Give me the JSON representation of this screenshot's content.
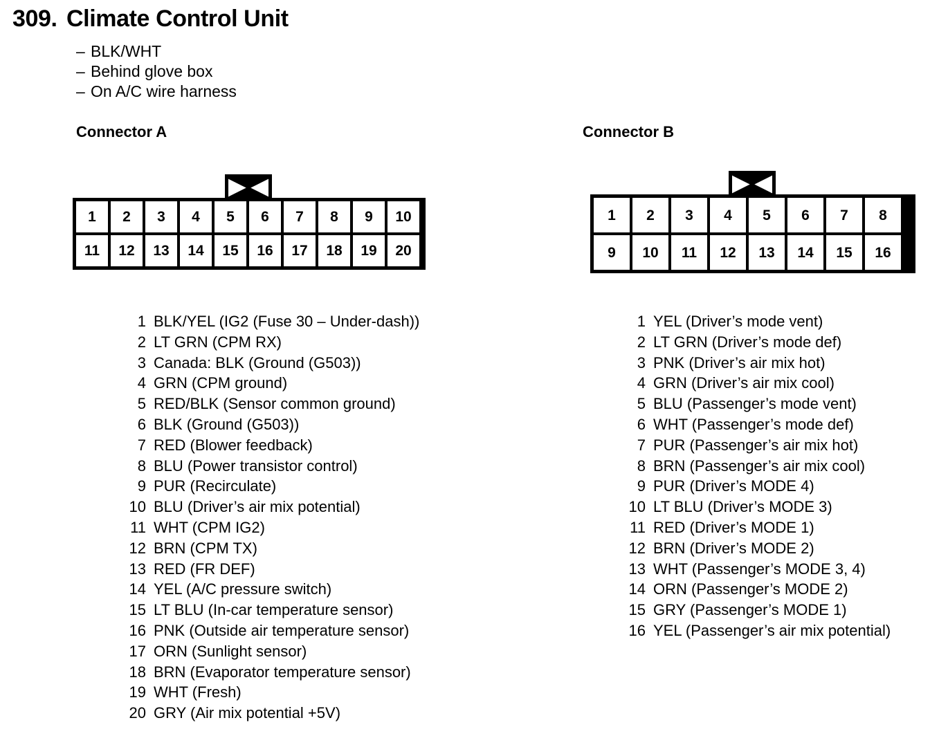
{
  "title": {
    "number": "309.",
    "name": "Climate Control Unit"
  },
  "spec_list": [
    {
      "dash": "–",
      "text": "BLK/WHT"
    },
    {
      "dash": "–",
      "text": "Behind glove box"
    },
    {
      "dash": "–",
      "text": "On A/C wire harness"
    }
  ],
  "connectors": [
    {
      "heading": "Connector A",
      "latch_icon": "latch-bowtie-icon",
      "rows": [
        [
          "1",
          "2",
          "3",
          "4",
          "5",
          "6",
          "7",
          "8",
          "9",
          "10"
        ],
        [
          "11",
          "12",
          "13",
          "14",
          "15",
          "16",
          "17",
          "18",
          "19",
          "20"
        ]
      ],
      "pins": [
        {
          "no": "1",
          "desc": "BLK/YEL (IG2 (Fuse 30 – Under-dash))"
        },
        {
          "no": "2",
          "desc": "LT GRN (CPM RX)"
        },
        {
          "no": "3",
          "desc": "Canada: BLK (Ground (G503))"
        },
        {
          "no": "4",
          "desc": "GRN (CPM ground)"
        },
        {
          "no": "5",
          "desc": "RED/BLK (Sensor common ground)"
        },
        {
          "no": "6",
          "desc": "BLK (Ground (G503))"
        },
        {
          "no": "7",
          "desc": "RED (Blower feedback)"
        },
        {
          "no": "8",
          "desc": "BLU (Power transistor control)"
        },
        {
          "no": "9",
          "desc": "PUR (Recirculate)"
        },
        {
          "no": "10",
          "desc": "BLU (Driver’s air mix potential)"
        },
        {
          "no": "11",
          "desc": "WHT (CPM IG2)"
        },
        {
          "no": "12",
          "desc": "BRN (CPM TX)"
        },
        {
          "no": "13",
          "desc": "RED (FR DEF)"
        },
        {
          "no": "14",
          "desc": "YEL (A/C pressure switch)"
        },
        {
          "no": "15",
          "desc": "LT BLU (In-car temperature sensor)"
        },
        {
          "no": "16",
          "desc": "PNK (Outside air temperature sensor)"
        },
        {
          "no": "17",
          "desc": "ORN (Sunlight sensor)"
        },
        {
          "no": "18",
          "desc": "BRN (Evaporator temperature sensor)"
        },
        {
          "no": "19",
          "desc": "WHT (Fresh)"
        },
        {
          "no": "20",
          "desc": "GRY (Air mix potential +5V)"
        }
      ]
    },
    {
      "heading": "Connector B",
      "latch_icon": "latch-bowtie-icon",
      "rows": [
        [
          "1",
          "2",
          "3",
          "4",
          "5",
          "6",
          "7",
          "8"
        ],
        [
          "9",
          "10",
          "11",
          "12",
          "13",
          "14",
          "15",
          "16"
        ]
      ],
      "pins": [
        {
          "no": "1",
          "desc": "YEL (Driver’s mode vent)"
        },
        {
          "no": "2",
          "desc": "LT GRN (Driver’s mode def)"
        },
        {
          "no": "3",
          "desc": "PNK (Driver’s air mix hot)"
        },
        {
          "no": "4",
          "desc": "GRN (Driver’s air mix cool)"
        },
        {
          "no": "5",
          "desc": "BLU (Passenger’s mode vent)"
        },
        {
          "no": "6",
          "desc": "WHT (Passenger’s mode def)"
        },
        {
          "no": "7",
          "desc": "PUR (Passenger’s air mix hot)"
        },
        {
          "no": "8",
          "desc": "BRN (Passenger’s air mix cool)"
        },
        {
          "no": "9",
          "desc": "PUR (Driver’s MODE 4)"
        },
        {
          "no": "10",
          "desc": "LT BLU (Driver’s MODE 3)"
        },
        {
          "no": "11",
          "desc": "RED (Driver’s MODE 1)"
        },
        {
          "no": "12",
          "desc": "BRN (Driver’s MODE 2)"
        },
        {
          "no": "13",
          "desc": "WHT (Passenger’s MODE 3, 4)"
        },
        {
          "no": "14",
          "desc": "ORN (Passenger’s MODE 2)"
        },
        {
          "no": "15",
          "desc": "GRY (Passenger’s MODE 1)"
        },
        {
          "no": "16",
          "desc": "YEL (Passenger’s air mix potential)"
        }
      ]
    }
  ],
  "colors": {
    "ink": "#000000",
    "paper": "#ffffff"
  }
}
